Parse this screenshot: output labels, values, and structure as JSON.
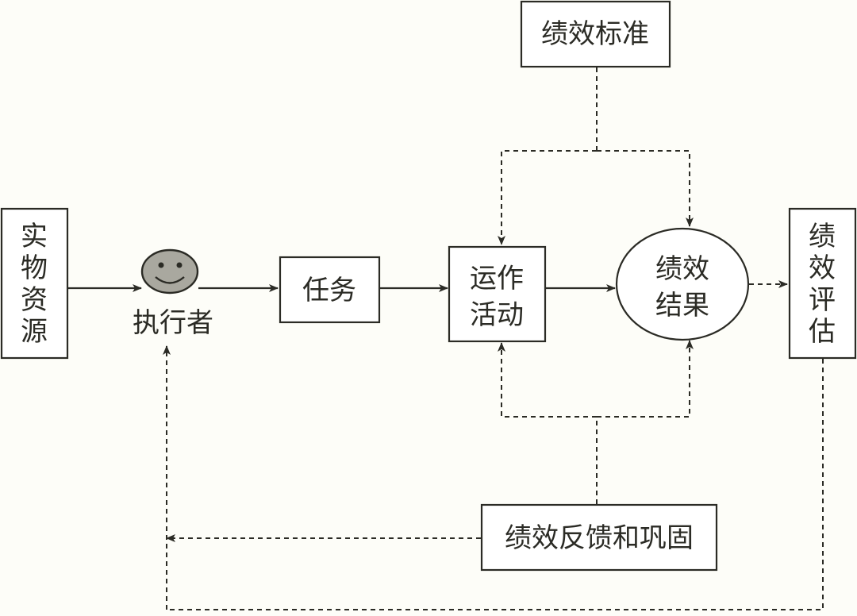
{
  "nodes": {
    "material_resources": {
      "lines": [
        "实",
        "物",
        "资",
        "源"
      ]
    },
    "executor": {
      "label": "执行者"
    },
    "task": {
      "label": "任务"
    },
    "operation": {
      "lines": [
        "运作",
        "活动"
      ]
    },
    "performance_result": {
      "lines": [
        "绩效",
        "结果"
      ]
    },
    "performance_standard": {
      "label": "绩效标准"
    },
    "performance_evaluation": {
      "lines": [
        "绩",
        "效",
        "评",
        "估"
      ]
    },
    "feedback": {
      "label": "绩效反馈和巩固"
    }
  },
  "colors": {
    "ink": "#2b2b25",
    "face_fill": "#a9a89f",
    "background": "#fdfdf8"
  },
  "icons": {
    "executor_face": "smiley-face-icon"
  }
}
